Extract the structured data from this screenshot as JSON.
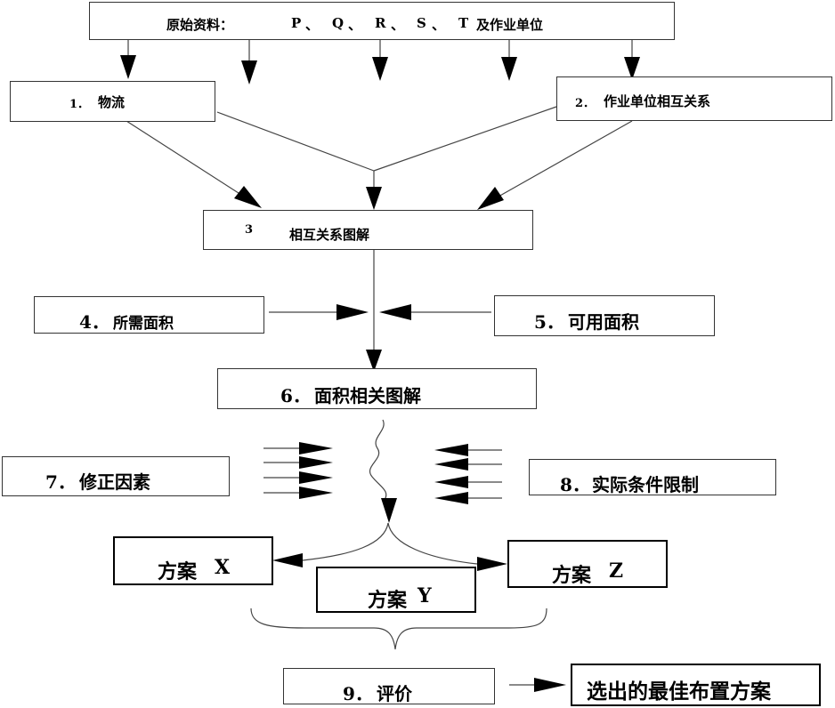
{
  "nodes": {
    "source": {
      "label": "原始资料：",
      "items": [
        "P",
        "、",
        "Q",
        "、",
        "R",
        "、",
        "S",
        "、",
        "T"
      ],
      "suffix": "及作业单位"
    },
    "flow": {
      "num": "1．",
      "label": "物流"
    },
    "relation": {
      "num": "2．",
      "label": "作业单位相互关系"
    },
    "diagram": {
      "num": "3",
      "label": "相互关系图解"
    },
    "required": {
      "num": "4．",
      "label": "所需面积"
    },
    "available": {
      "num": "5．",
      "label": "可用面积"
    },
    "area": {
      "num": "6．",
      "label": "面积相关图解"
    },
    "modify": {
      "num": "7．",
      "label": "修正因素"
    },
    "limits": {
      "num": "8．",
      "label": "实际条件限制"
    },
    "planX": {
      "label": "方案",
      "letter": "X"
    },
    "planY": {
      "label": "方案",
      "letter": "Y"
    },
    "planZ": {
      "label": "方案",
      "letter": "Z"
    },
    "evaluate": {
      "num": "9．",
      "label": "评价"
    },
    "best": {
      "label": "选出的最佳布置方案"
    }
  },
  "colors": {
    "line": "#444444",
    "arrow": "#000000",
    "border": "#333333"
  }
}
